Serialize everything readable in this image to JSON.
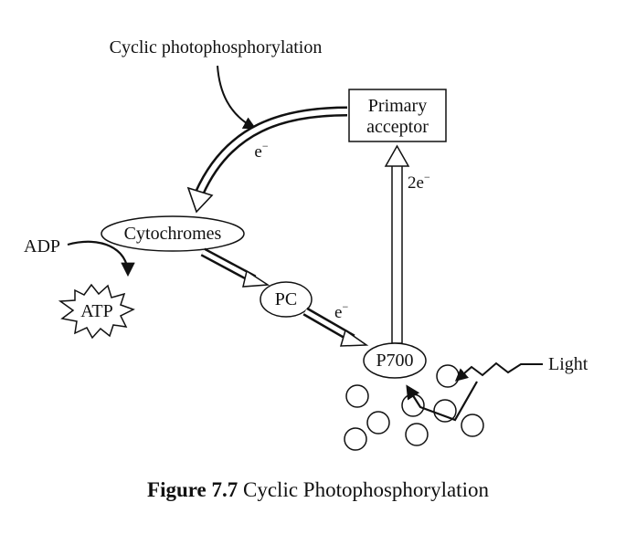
{
  "diagram": {
    "title": "Cyclic photophosphorylation",
    "nodes": {
      "primary_acceptor_line1": "Primary",
      "primary_acceptor_line2": "acceptor",
      "cytochromes": "Cytochromes",
      "pc": "PC",
      "p700": "P700",
      "atp": "ATP",
      "adp": "ADP",
      "light": "Light"
    },
    "electron_labels": {
      "top_arc": "e",
      "pc_to_p700": "e",
      "p700_to_acceptor": "2e"
    },
    "superscript": "−"
  },
  "caption": {
    "figure_number": "Figure 7.7",
    "text": "Cyclic Photophosphorylation"
  }
}
